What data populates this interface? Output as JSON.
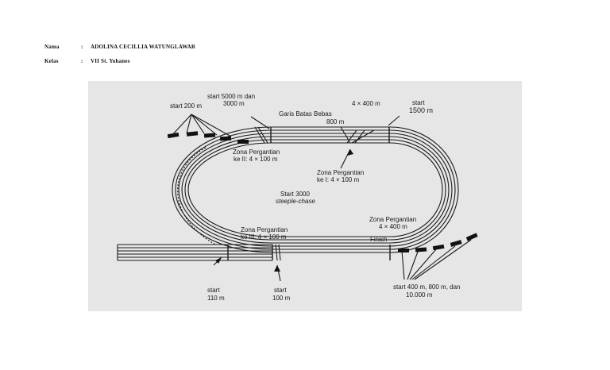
{
  "header": {
    "rows": [
      {
        "label": "Nama",
        "sep": ":",
        "value": "ADOLINA CECILLIA WATUNGLAWAR"
      },
      {
        "label": "Kelas",
        "sep": ":",
        "value": "VII St. Yohanes"
      }
    ]
  },
  "diagram": {
    "labels": {
      "start_200": "start 200 m",
      "start_5000_l1": "start 5000 m dan",
      "start_5000_l2": "3000 m",
      "garis_batas": "Garis Batas Bebas",
      "m800": "800 m",
      "relay_4x400": "4 × 400 m",
      "start_1500_l1": "start",
      "start_1500_l2": "1500 m",
      "zona2_l1": "Zona Pergantian",
      "zona2_l2": "ke II: 4 × 100 m",
      "zona1_l1": "Zona Pergantian",
      "zona1_l2": "ke I: 4 × 100 m",
      "steeple_l1": "Start 3000",
      "steeple_l2": "steeple-chase",
      "zona3_l1": "Zona Pergantian",
      "zona3_l2": "ke III: 4 × 100 m",
      "zona400_l1": "Zona Pergantian",
      "zona400_l2": "4 × 400 m",
      "finish": "Finish",
      "start110_l1": "start",
      "start110_l2": "110 m",
      "start100_l1": "start",
      "start100_l2": "100 m",
      "start400_l1": "start 400 m, 800 m, dan",
      "start400_l2": "10.000 m"
    },
    "colors": {
      "line": "#1a1a1a",
      "background": "#e6e6e6"
    }
  }
}
